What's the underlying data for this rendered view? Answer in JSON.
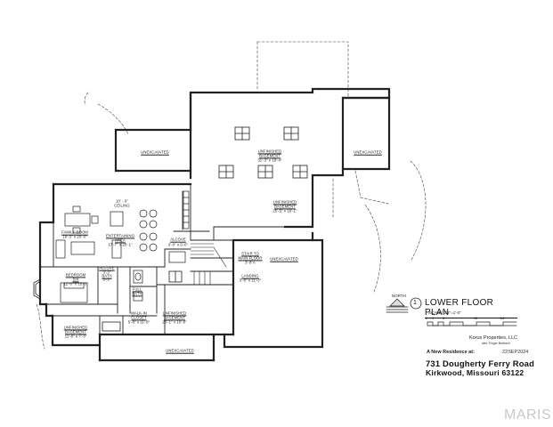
{
  "rooms": {
    "unexc_left": "UNEXCAVATED",
    "unexc_right_top": "UNEXCAVATED",
    "unf_base_top": "UNFINISHED\nBASEMENT",
    "unf_base_top_dim": "31'-3\" x 19'-4\"",
    "unf_base_mid": "UNFINISHED\nBASEMENT",
    "unf_base_mid_dim": "25'-5\" x 16'-1\"",
    "ceiling": "10' - 0\"\nCEILING",
    "family_room": "FAMILY ROOM",
    "family_room_dim": "16'-3\" x 20'-0\"",
    "entertaining": "ENTERTAINING\nAREA",
    "entertaining_dim": "17'-7\" x 20'-1\"",
    "alcove_right": "ALCOVE",
    "alcove_right_dim": "3'-0\" x 5'-0\"",
    "stair": "STAIR TO\nMAIN FLOOR",
    "stair_dim": "3'-8\"A",
    "unexc_right_mid": "UNEXCAVATED",
    "alcove_left": "ALCOVE",
    "alcove_left_dim": "3'-3\"",
    "bath": "BATH",
    "bath_dim": "5'-3\"",
    "bedroom": "BEDROOM\nSIX",
    "bedroom_dim": "12'-0\" x 15'-0\"",
    "full_bath": "FULL\nBATH",
    "landing": "LANDING",
    "landing_dim": "3'-8\" x 11'-3\"",
    "walkin": "WALK-IN\nCLOSET",
    "walkin_dim": "5'-8\" x 11'-8\"",
    "unf_base_low": "UNFINISHED\nBASEMENT",
    "unf_base_low_dim": "26'-1\" x 10'-8\"",
    "unf_base_left": "UNFINISHED\nBASEMENT",
    "unf_base_left_dim": "11'-8\" x 7'-3\"",
    "unexc_bottom": "UNEXCAVATED"
  },
  "title_block": {
    "north": "NORTH",
    "sheet_number": "1",
    "title": "LOWER FLOOR PLAN",
    "scale": "SCALE: 1/8\"=1'-0\"",
    "scale_ticks": [
      "0",
      "1",
      "8",
      "16",
      "24"
    ],
    "company": "Korus Properties, LLC",
    "attn": "attn: Roger Bettlach",
    "new_residence": "A New Residence at:",
    "date": "22SEP2024",
    "address_line1": "731 Dougherty Ferry Road",
    "address_line2": "Kirkwood, Missouri 63122"
  },
  "watermark": "MARIS"
}
